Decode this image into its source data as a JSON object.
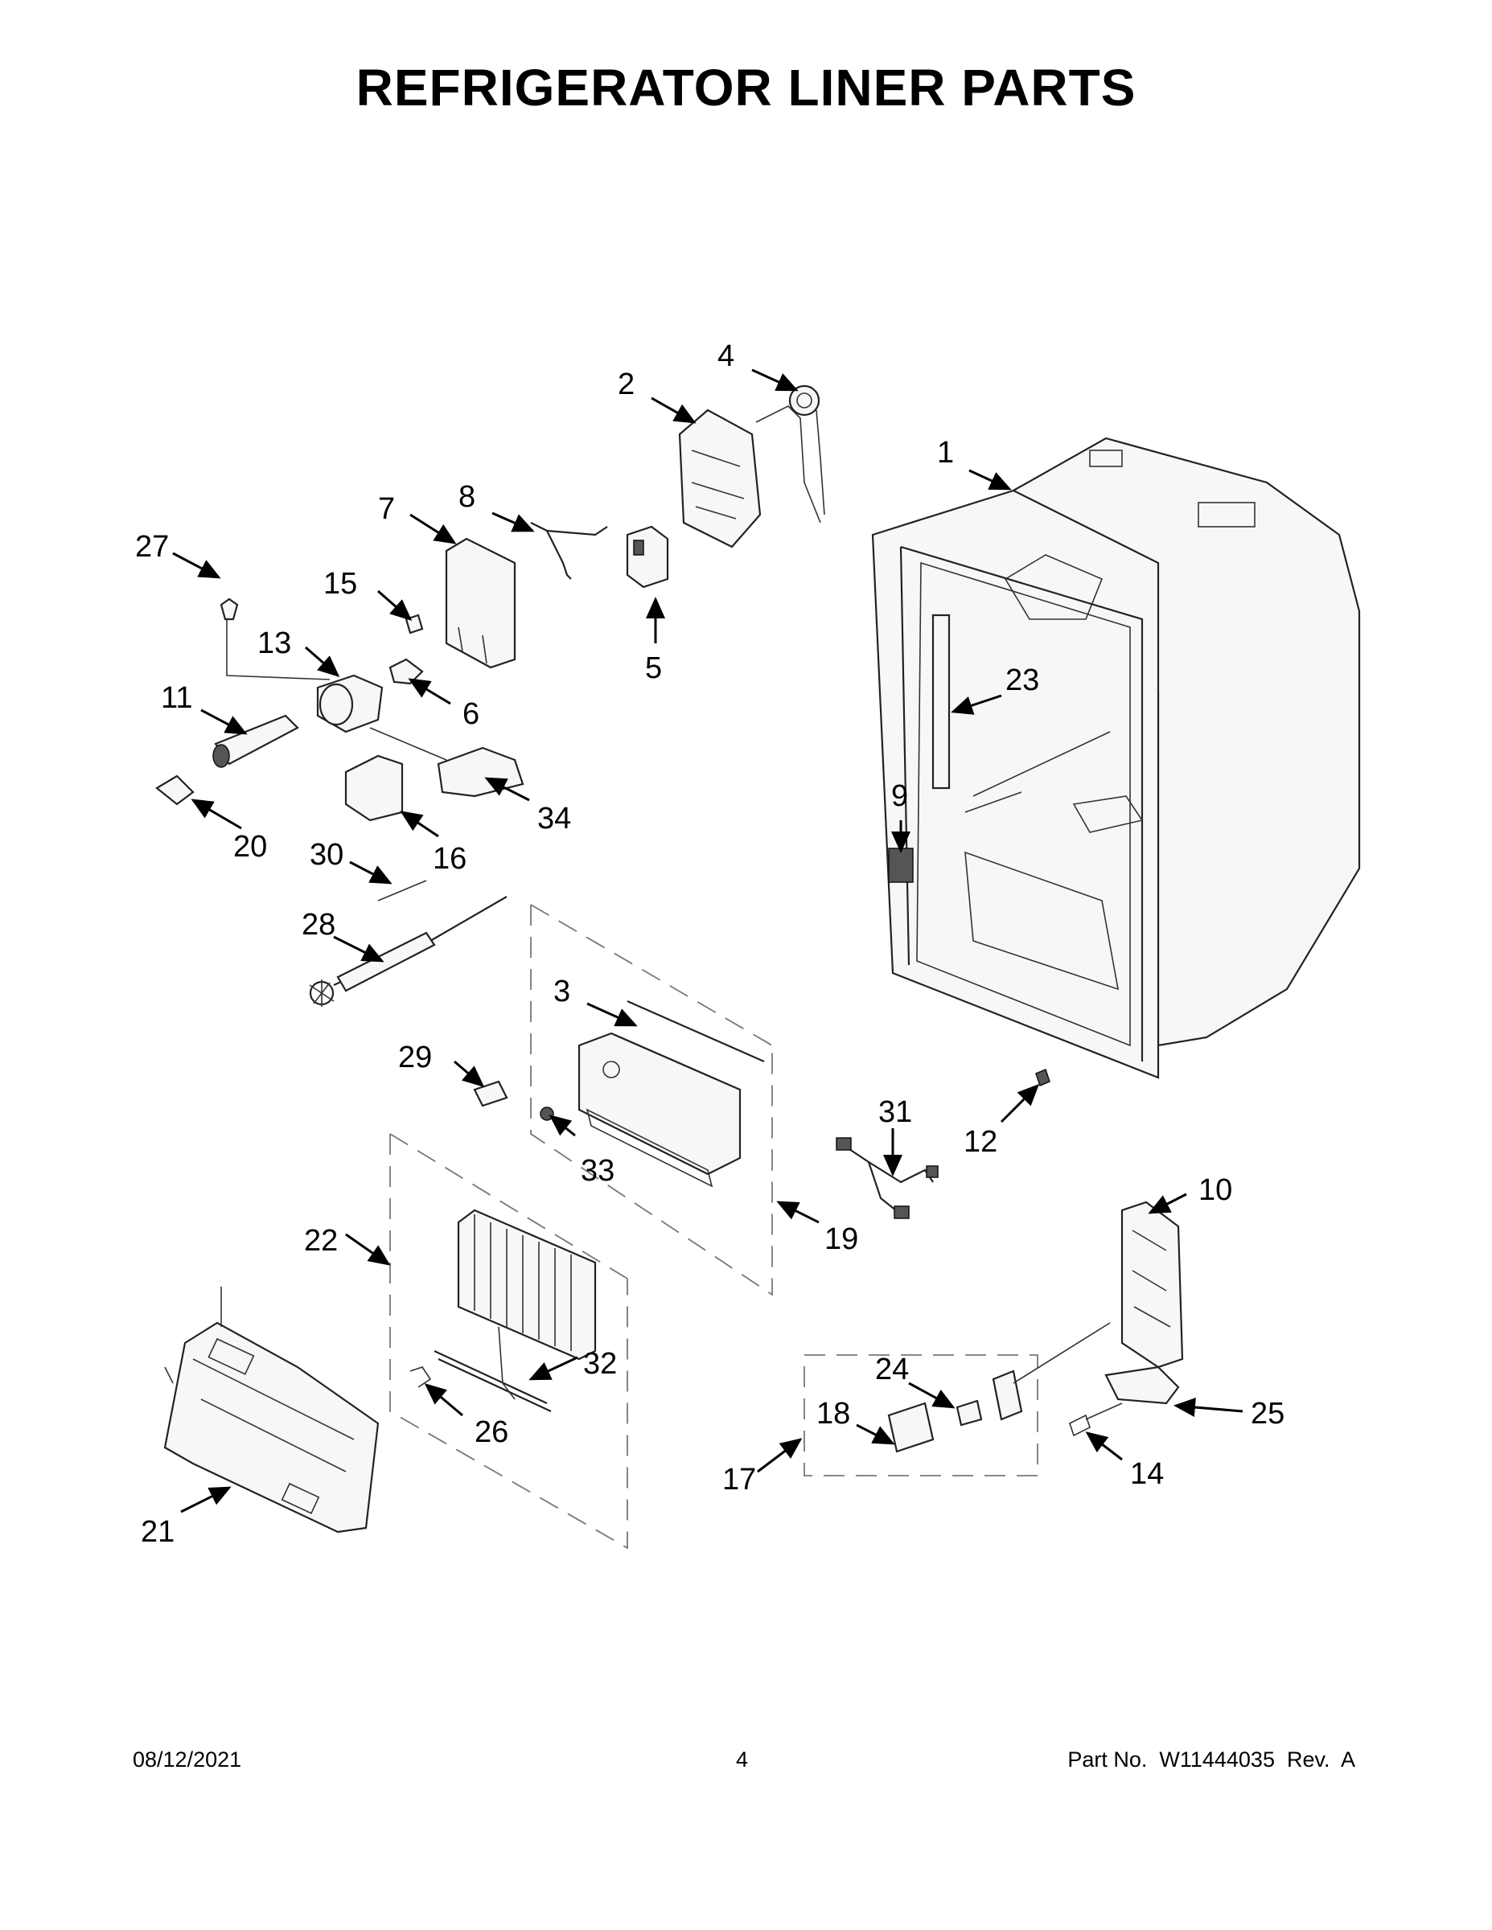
{
  "title": "REFRIGERATOR LINER PARTS",
  "callouts": [
    "1",
    "2",
    "3",
    "4",
    "5",
    "6",
    "7",
    "8",
    "9",
    "10",
    "11",
    "12",
    "13",
    "14",
    "15",
    "16",
    "17",
    "18",
    "19",
    "20",
    "21",
    "22",
    "23",
    "24",
    "25",
    "26",
    "27",
    "28",
    "29",
    "30",
    "31",
    "32",
    "33",
    "34"
  ],
  "footer": {
    "date": "08/12/2021",
    "page": "4",
    "part_no": "Part No.  W11444035  Rev.  A"
  }
}
